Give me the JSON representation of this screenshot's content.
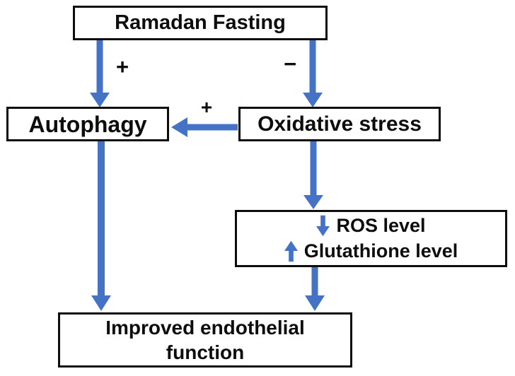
{
  "diagram_type": "flowchart",
  "nodes": {
    "ramadan_fasting": {
      "label": "Ramadan Fasting"
    },
    "autophagy": {
      "label": "Autophagy"
    },
    "oxidative_stress": {
      "label": "Oxidative stress"
    },
    "levels": {
      "ros": {
        "icon": "down-arrow-icon",
        "label": "ROS level"
      },
      "glutathione": {
        "icon": "up-arrow-icon",
        "label": "Glutathione level"
      }
    },
    "outcome": {
      "label": "Improved endothelial function"
    }
  },
  "edges": [
    {
      "from": "Ramadan Fasting",
      "to": "Autophagy",
      "sign": "+"
    },
    {
      "from": "Ramadan Fasting",
      "to": "Oxidative stress",
      "sign": "−"
    },
    {
      "from": "Oxidative stress",
      "to": "Autophagy",
      "sign": "+"
    },
    {
      "from": "Oxidative stress",
      "to": "ROS / Glutathione levels",
      "sign": ""
    },
    {
      "from": "Autophagy",
      "to": "Improved endothelial function",
      "sign": ""
    },
    {
      "from": "ROS / Glutathione levels",
      "to": "Improved endothelial function",
      "sign": ""
    }
  ],
  "colors": {
    "arrow": "#4472C4",
    "box_border": "#0d0d0d",
    "box_fill": "#ffffff",
    "text": "#0d0d0d",
    "background": "#ffffff"
  }
}
